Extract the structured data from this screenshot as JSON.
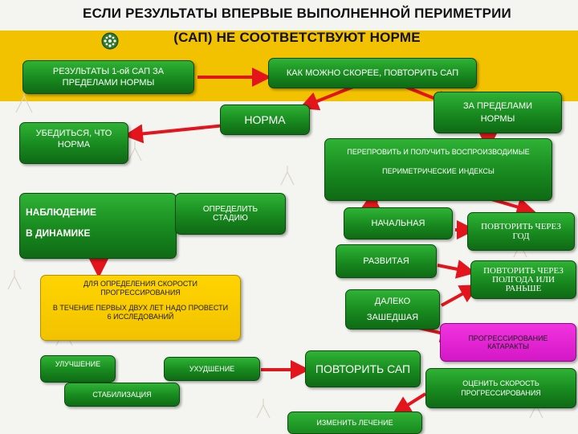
{
  "title": {
    "line1": "ЕСЛИ РЕЗУЛЬТАТЫ ВПЕРВЫЕ ВЫПОЛНЕННОЙ ПЕРИМЕТРИИ",
    "line2": "(САП) НЕ СООТВЕТСТВУЮТ НОРМЕ"
  },
  "nodes": {
    "results_abnormal": "РЕЗУЛЬТАТЫ 1-ой САП ЗА ПРЕДЕЛАМИ НОРМЫ",
    "repeat_asap": "КАК МОЖНО СКОРЕЕ, ПОВТОРИТЬ САП",
    "norm": "НОРМА",
    "out_of_norm": "ЗА ПРЕДЕЛАМИ НОРМЫ",
    "confirm_norm": "УБЕДИТЬСЯ, ЧТО НОРМА",
    "recheck_line1": "ПЕРЕПРОВИТЬ И ПОЛУЧИТЬ ВОСПРОИЗВОДИМЫЕ",
    "recheck_line2": "ПЕРИМЕТРИЧЕСКИЕ ИНДЕКСЫ",
    "observation": "НАБЛЮДЕНИЕ",
    "dynamics": "В ДИНАМИКЕ",
    "determine_stage": "ОПРЕДЕЛИТЬ СТАДИЮ",
    "initial": "НАЧАЛЬНАЯ",
    "repeat_year": "ПОВТОРИТЬ ЧЕРЕЗ ГОД",
    "developed": "РАЗВИТАЯ",
    "repeat_half_year": "ПОВТОРИТЬ ЧЕРЕЗ ПОЛГОДА ИЛИ РАНЬШЕ",
    "far_advanced_1": "ДАЛЕКО",
    "far_advanced_2": "ЗАШЕДШАЯ",
    "rate_line1": "ДЛЯ ОПРЕДЕЛЕНИЯ СКОРОСТИ ПРОГРЕССИРОВАНИЯ",
    "rate_line2": "В ТЕЧЕНИЕ ПЕРВЫХ ДВУХ ЛЕТ НАДО ПРОВЕСТИ 6 ИССЛЕДОВАНИЙ",
    "cataract": "ПРОГРЕССИРОВАНИЕ КАТАРАКТЫ",
    "improvement": "УЛУЧШЕНИЕ",
    "worsening": "УХУДШЕНИЕ",
    "repeat_sap": "ПОВТОРИТЬ САП",
    "stabilization": "СТАБИЛИЗАЦИЯ",
    "assess_rate": "ОЦЕНИТЬ СКОРОСТЬ ПРОГРЕССИРОВАНИЯ",
    "change_treatment": "ИЗМЕНИТЬ ЛЕЧЕНИЕ"
  },
  "colors": {
    "green": "#18891f",
    "yellow": "#f2c200",
    "pink": "#d417c6",
    "arrow": "#e3141c"
  },
  "icons": [
    "emblem-icon"
  ]
}
